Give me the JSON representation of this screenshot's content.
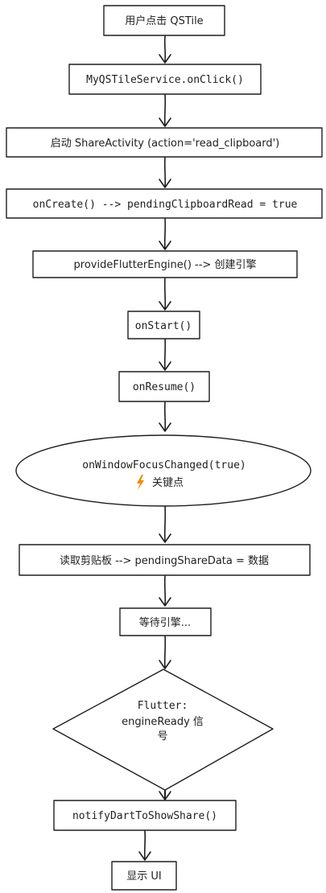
{
  "nodes": [
    {
      "id": "n1",
      "shape": "rect",
      "lines": [
        "用户点击 QSTile"
      ]
    },
    {
      "id": "n2",
      "shape": "rect",
      "lines": [
        "MyQSTileService.onClick()"
      ]
    },
    {
      "id": "n3",
      "shape": "rect",
      "lines": [
        "启动 ShareActivity (action='read_clipboard')"
      ]
    },
    {
      "id": "n4",
      "shape": "rect",
      "lines": [
        "onCreate() --> pendingClipboardRead = true"
      ]
    },
    {
      "id": "n5",
      "shape": "rect",
      "lines": [
        "provideFlutterEngine() --> 创建引擎"
      ]
    },
    {
      "id": "n6",
      "shape": "rect",
      "lines": [
        "onStart()"
      ]
    },
    {
      "id": "n7",
      "shape": "rect",
      "lines": [
        "onResume()"
      ]
    },
    {
      "id": "n8",
      "shape": "ellipse",
      "lines": [
        "onWindowFocusChanged(true)",
        "关键点"
      ],
      "icon": "lightning-bolt-icon"
    },
    {
      "id": "n9",
      "shape": "rect",
      "lines": [
        "读取剪贴板 --> pendingShareData = 数据"
      ]
    },
    {
      "id": "n10",
      "shape": "rect",
      "lines": [
        "等待引擎..."
      ]
    },
    {
      "id": "n11",
      "shape": "diamond",
      "lines": [
        "Flutter:",
        "engineReady 信",
        "号"
      ]
    },
    {
      "id": "n12",
      "shape": "rect",
      "lines": [
        "notifyDartToShowShare()"
      ]
    },
    {
      "id": "n13",
      "shape": "rect",
      "lines": [
        "显示 UI"
      ]
    }
  ],
  "colors": {
    "stroke": "#1e1e1e",
    "background": "#ffffff",
    "accent": "#f08c00"
  }
}
